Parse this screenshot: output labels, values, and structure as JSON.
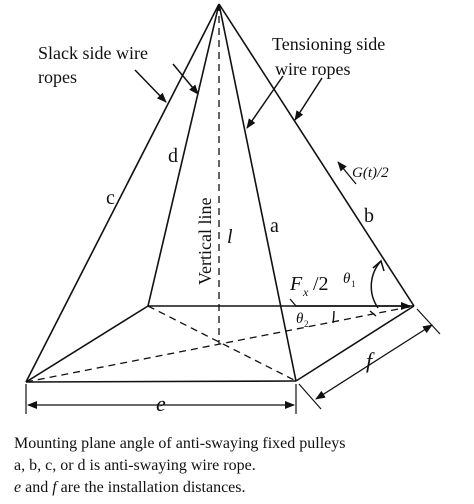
{
  "diagram": {
    "labels": {
      "slack_side": [
        "Slack side wire",
        "ropes"
      ],
      "tensioning_side": [
        "Tensioning side",
        "wire ropes"
      ],
      "rope_a": "a",
      "rope_b": "b",
      "rope_c": "c",
      "rope_d": "d",
      "vertical_line": "Vertical line",
      "length_l": "l",
      "force_g": "G(t)/2",
      "force_fx_f": "F",
      "force_fx_sub": "x",
      "force_fx_tail": "/2",
      "theta1": "θ",
      "theta1_sub": "1",
      "theta2": "θ",
      "theta2_sub": "2",
      "dim_e": "e",
      "dim_f": "f"
    },
    "caption": {
      "line1": "Mounting plane angle of anti-swaying fixed pulleys",
      "line2": "a, b, c, or d is anti-swaying wire rope.",
      "line3_e": "e",
      "line3_and": " and ",
      "line3_f": "f",
      "line3_rest": " are the installation distances."
    }
  }
}
